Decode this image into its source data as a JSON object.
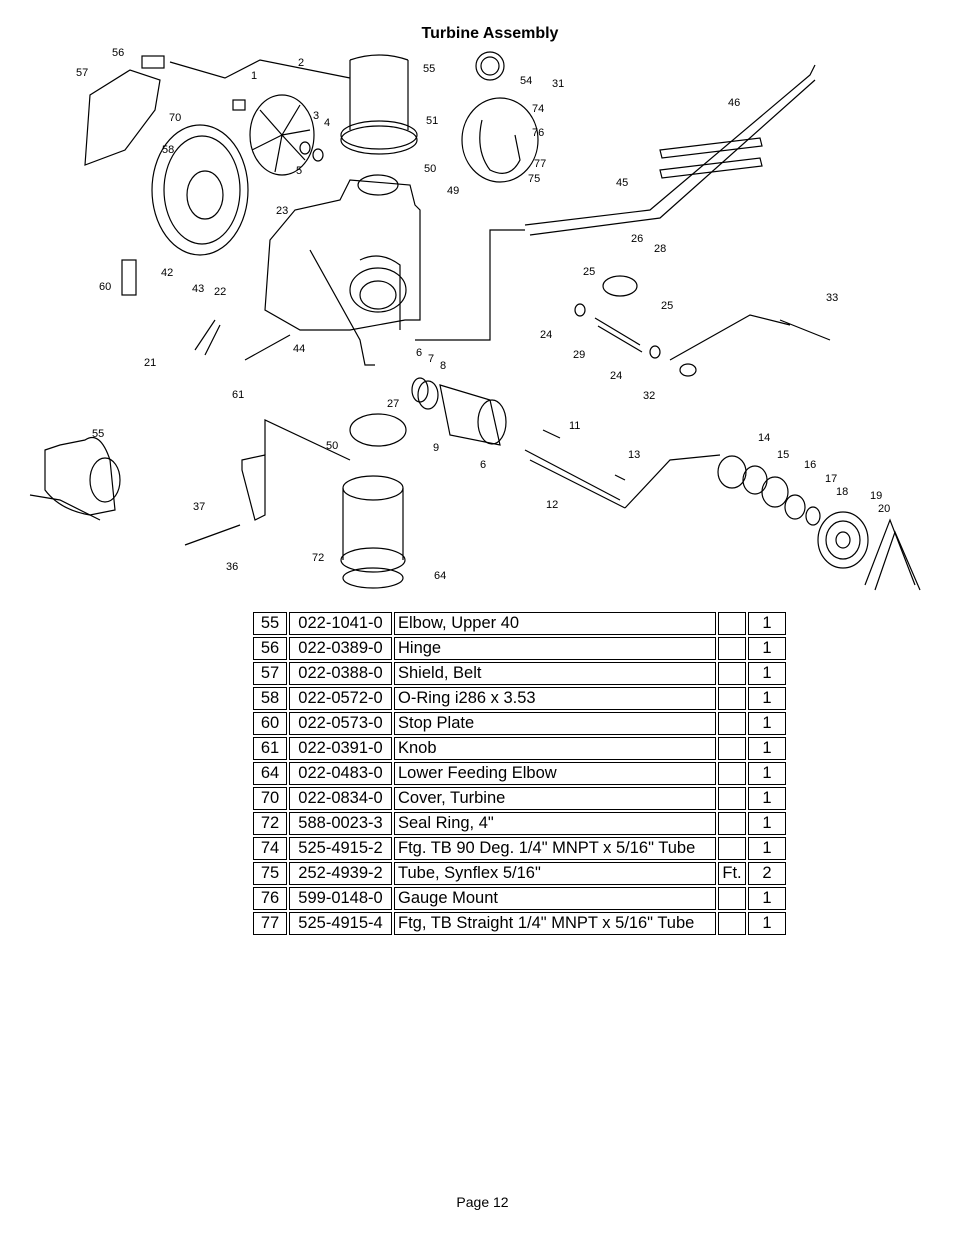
{
  "page": {
    "title": "Turbine Assembly",
    "footer": "Page 12"
  },
  "diagram": {
    "callouts": [
      "56",
      "57",
      "1",
      "2",
      "55",
      "54",
      "31",
      "74",
      "46",
      "70",
      "3",
      "4",
      "51",
      "76",
      "58",
      "77",
      "75",
      "5",
      "50",
      "49",
      "45",
      "23",
      "26",
      "28",
      "60",
      "42",
      "43",
      "22",
      "25",
      "25",
      "33",
      "24",
      "29",
      "21",
      "44",
      "6",
      "7",
      "8",
      "24",
      "61",
      "27",
      "32",
      "11",
      "55",
      "50",
      "9",
      "6",
      "13",
      "14",
      "15",
      "16",
      "17",
      "18",
      "19",
      "20",
      "37",
      "12",
      "36",
      "72",
      "64"
    ]
  },
  "parts_table": {
    "rows": [
      {
        "item": "55",
        "part": "022-1041-0",
        "desc": "Elbow, Upper 40",
        "unit": "",
        "qty": "1"
      },
      {
        "item": "56",
        "part": "022-0389-0",
        "desc": "Hinge",
        "unit": "",
        "qty": "1"
      },
      {
        "item": "57",
        "part": "022-0388-0",
        "desc": "Shield, Belt",
        "unit": "",
        "qty": "1"
      },
      {
        "item": "58",
        "part": "022-0572-0",
        "desc": "O-Ring i286 x 3.53",
        "unit": "",
        "qty": "1"
      },
      {
        "item": "60",
        "part": "022-0573-0",
        "desc": "Stop Plate",
        "unit": "",
        "qty": "1"
      },
      {
        "item": "61",
        "part": "022-0391-0",
        "desc": "Knob",
        "unit": "",
        "qty": "1"
      },
      {
        "item": "64",
        "part": "022-0483-0",
        "desc": "Lower Feeding Elbow",
        "unit": "",
        "qty": "1"
      },
      {
        "item": "70",
        "part": "022-0834-0",
        "desc": "Cover, Turbine",
        "unit": "",
        "qty": "1"
      },
      {
        "item": "72",
        "part": "588-0023-3",
        "desc": "Seal Ring, 4\"",
        "unit": "",
        "qty": "1"
      },
      {
        "item": "74",
        "part": "525-4915-2",
        "desc": "Ftg. TB 90 Deg. 1/4\" MNPT x 5/16\" Tube",
        "unit": "",
        "qty": "1"
      },
      {
        "item": "75",
        "part": "252-4939-2",
        "desc": "Tube, Synflex 5/16\"",
        "unit": "Ft.",
        "qty": "2"
      },
      {
        "item": "76",
        "part": "599-0148-0",
        "desc": "Gauge Mount",
        "unit": "",
        "qty": "1"
      },
      {
        "item": "77",
        "part": "525-4915-4",
        "desc": "Ftg, TB Straight 1/4\" MNPT x 5/16\" Tube",
        "unit": "",
        "qty": "1"
      }
    ]
  }
}
